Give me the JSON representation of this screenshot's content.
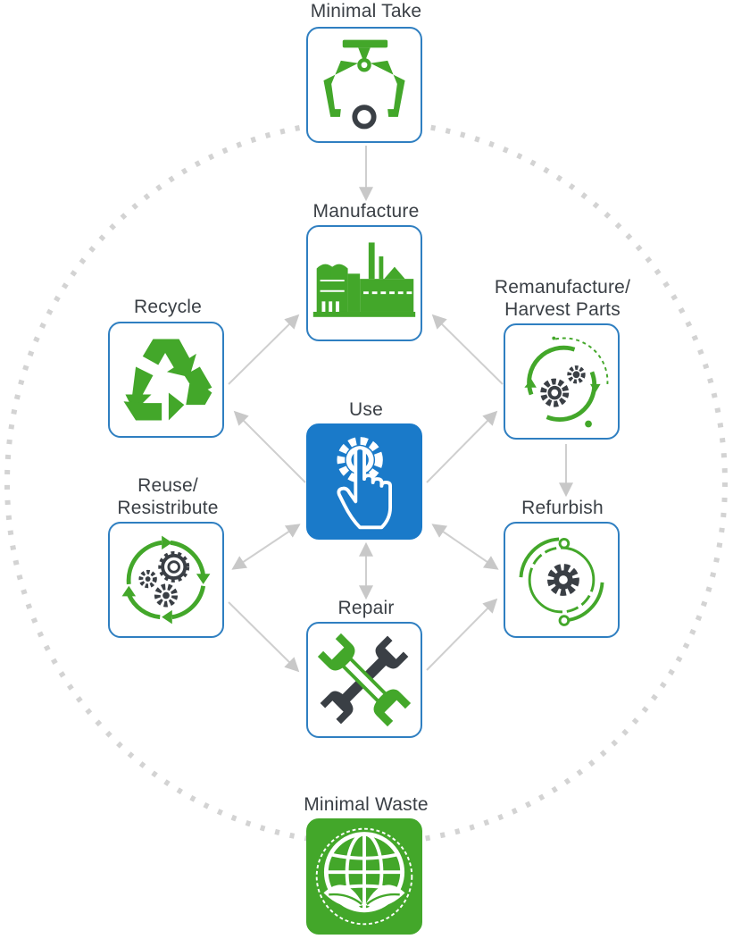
{
  "colors": {
    "blue": "#2f7fc1",
    "blue_fill": "#1a7ac9",
    "green": "#43a72a",
    "dark": "#3a3f45",
    "connector": "#cfcfcf",
    "dots": "#d3d3d3"
  },
  "nodes": {
    "minimal_take": {
      "label": "Minimal Take",
      "icon": "claw-icon"
    },
    "manufacture": {
      "label": "Manufacture",
      "icon": "factory-icon"
    },
    "recycle": {
      "label": "Recycle",
      "icon": "recycle-icon"
    },
    "remanufacture": {
      "label_line1": "Remanufacture/",
      "label_line2": "Harvest Parts",
      "icon": "gears-cycle-icon"
    },
    "use": {
      "label": "Use",
      "icon": "hand-gear-icon"
    },
    "reuse": {
      "label_line1": "Reuse/",
      "label_line2": "Resistribute",
      "icon": "gears-arrows-icon"
    },
    "refurbish": {
      "label": "Refurbish",
      "icon": "gear-orbit-icon"
    },
    "repair": {
      "label": "Repair",
      "icon": "wrenches-icon"
    },
    "minimal_waste": {
      "label": "Minimal Waste",
      "icon": "globe-leaf-icon"
    }
  }
}
